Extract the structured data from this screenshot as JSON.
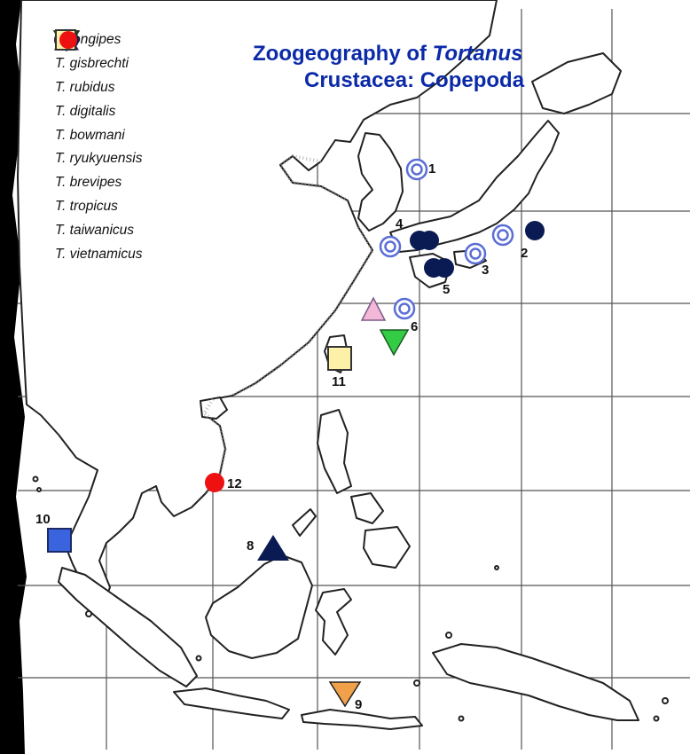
{
  "title": {
    "line1_prefix": "Zoogeography of ",
    "line1_genus": "Tortanus",
    "line2": "Crustacea: Copepoda"
  },
  "colors": {
    "title": "#0b2aa8",
    "longipes": "#5a6ed6",
    "gisbrechti": "#bfe6f2",
    "rubidus": "#0a1a52",
    "digitalis": "#f3b8d8",
    "bowmani": "#0a1a52",
    "ryukyuensis": "#33cc44",
    "brevipes": "#f0a14a",
    "tropicus": "#3a64dd",
    "taiwanicus": "#fdf0a8",
    "vietnamicus": "#ee1111"
  },
  "legend": [
    {
      "species": "T. longipes",
      "symbol": "double-ring-icon"
    },
    {
      "species": "T. gisbrechti",
      "symbol": "open-circle-icon"
    },
    {
      "species": "T. rubidus",
      "symbol": "filled-circle-icon"
    },
    {
      "species": "T. digitalis",
      "symbol": "triangle-up-icon"
    },
    {
      "species": "T. bowmani",
      "symbol": "triangle-up-icon"
    },
    {
      "species": "T. ryukyuensis",
      "symbol": "triangle-down-icon"
    },
    {
      "species": "T. brevipes",
      "symbol": "triangle-down-icon"
    },
    {
      "species": "T. tropicus",
      "symbol": "square-icon"
    },
    {
      "species": "T. taiwanicus",
      "symbol": "square-icon"
    },
    {
      "species": "T. vietnamicus",
      "symbol": "filled-circle-icon"
    }
  ],
  "sites": [
    "1",
    "2",
    "3",
    "4",
    "5",
    "6",
    "8",
    "9",
    "10",
    "11",
    "12"
  ]
}
